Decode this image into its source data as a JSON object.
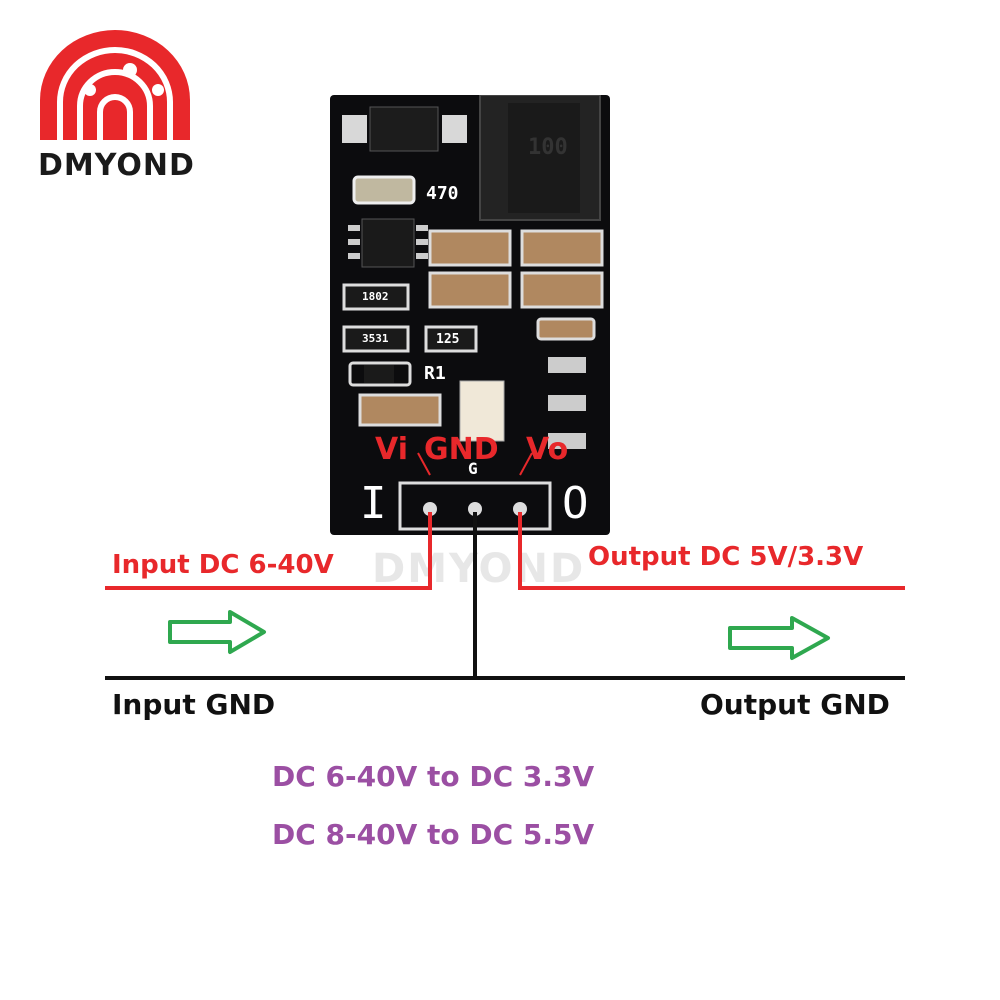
{
  "brand": {
    "name": "DMYOND",
    "color": "#e8282b"
  },
  "board": {
    "silkscreen": {
      "inductor_code": "470",
      "resistor_1": "1802",
      "resistor_2": "3531",
      "resistor_3": "125",
      "ref_r1": "R1",
      "inductor_mark": "100"
    },
    "left_letter": "I",
    "right_letter": "O",
    "pin_labels": {
      "vi": "Vi",
      "gnd": "GND",
      "vo": "Vo"
    },
    "gnd_pin_mark": "G"
  },
  "wiring": {
    "input_label": "Input DC 6-40V",
    "output_label": "Output DC 5V/3.3V",
    "input_gnd_label": "Input GND",
    "output_gnd_label": "Output GND"
  },
  "specs": [
    "DC 6-40V to DC 3.3V",
    "DC 8-40V to DC 5.5V"
  ],
  "colors": {
    "red_wire": "#e8282b",
    "gnd_wire": "#111111",
    "arrow": "#2fa84f",
    "spec_text": "#9b4fa3",
    "pcb": "#0c0c0e"
  }
}
